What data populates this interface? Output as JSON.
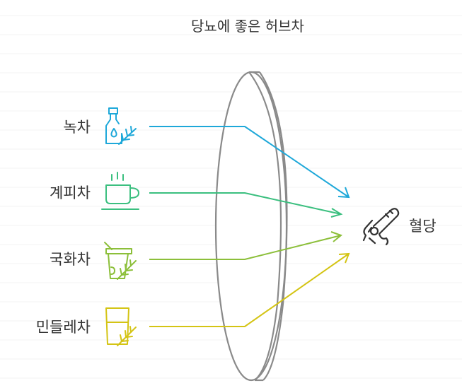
{
  "title": "당뇨에 좋은 허브차",
  "teas": [
    {
      "label": "녹차",
      "icon": "bottle-herb-icon",
      "color": "#1ea8d9"
    },
    {
      "label": "계피차",
      "icon": "tea-cup-icon",
      "color": "#3bbf7f"
    },
    {
      "label": "국화차",
      "icon": "cup-straw-herb-icon",
      "color": "#8cbf3a"
    },
    {
      "label": "민들레차",
      "icon": "glass-herb-icon",
      "color": "#d4c414"
    }
  ],
  "target": {
    "label": "혈당",
    "icon": "hand-thermometer-icon"
  },
  "lens_icon": "lens-filter-icon"
}
